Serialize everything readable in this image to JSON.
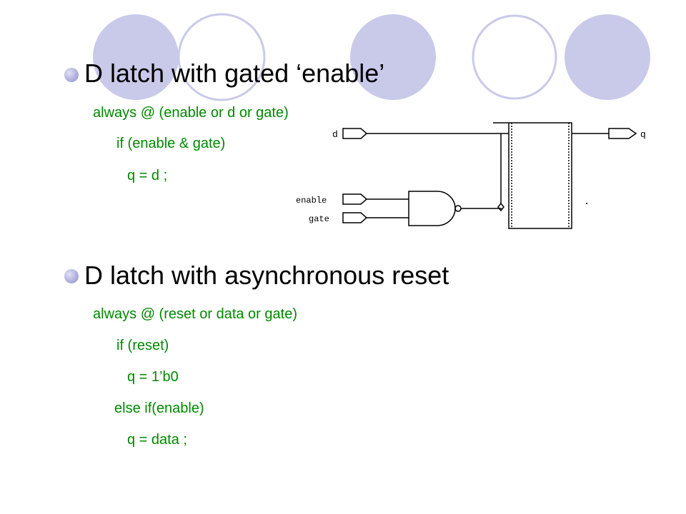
{
  "colors": {
    "deco_circle_fill": "#c9c9ea",
    "deco_circle_stroke": "#c9c9ea",
    "bullet": "#a9a9dc",
    "heading": "#000000",
    "code": "#008800",
    "schematic": "#000000"
  },
  "section1": {
    "heading": "D latch with gated ‘enable’",
    "code": [
      "always @ (enable or d or gate)",
      "if (enable & gate)",
      "q = d ;"
    ]
  },
  "section2": {
    "heading": "D latch with asynchronous reset",
    "code": [
      "always @ (reset or data or gate)",
      "if (reset)",
      "q = 1’b0",
      "else if(enable)",
      "q = data ;"
    ]
  },
  "schematic": {
    "input_d": "d",
    "input_enable": "enable",
    "input_gate": "gate",
    "output_q": "q"
  }
}
